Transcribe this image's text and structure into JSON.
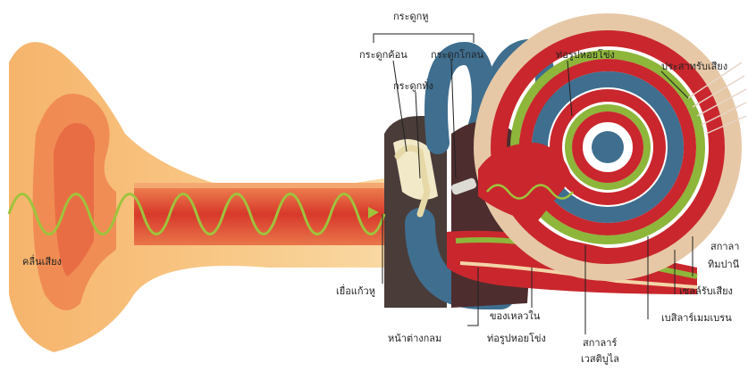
{
  "labels": {
    "ossicles": "กระดูกหู",
    "malleus": "กระดูกค้อน",
    "incus": "กระดูกโกลน",
    "stapes": "กระดูกทั่ง",
    "cochlear_duct": "ท่อรูปหอยโข่ง",
    "auditory_nerve": "ประสาทรับเสียง",
    "scala_tympani_line1": "สกาลา",
    "scala_tympani_line2": "ทิมปานี",
    "hair_cells": "เซลล์รับเสียง",
    "basilar_membrane": "เบสิลาร์เมมเบรน",
    "sound_wave": "คลื่นเสียง",
    "eardrum": "เยื่อแก้วหู",
    "round_window": "หน้าต่างกลม",
    "fluid_line1": "ของเหลวใน",
    "fluid_line2": "ท่อรูปหอยโข่ง",
    "scala_vestibuli_line1": "สกาลาร์",
    "scala_vestibuli_line2": "เวสติบูไล"
  },
  "colors": {
    "outer_ear": "#f4a35a",
    "canal": "#d9412b",
    "bone": "#3f6e8f",
    "cochlea_red": "#c9272d",
    "cochlea_green": "#8db63a",
    "wave": "#9fc33c",
    "nerve": "#e7d5c9"
  }
}
